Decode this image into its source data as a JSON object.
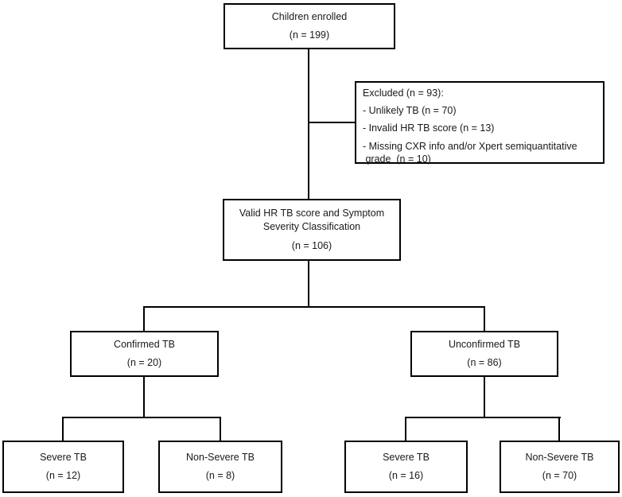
{
  "diagram": {
    "type": "flowchart",
    "background_color": "#ffffff",
    "box_border_color": "#000000",
    "line_color": "#000000",
    "text_color": "#1a1a1a",
    "nodes": {
      "enrolled": {
        "label": "Children enrolled",
        "count": "(n = 199)"
      },
      "excluded": {
        "title": "Excluded (n = 93):",
        "items": [
          "- Unlikely TB (n = 70)",
          "- Invalid HR TB score (n = 13)",
          "- Missing CXR info and/or Xpert semiquantitative\n grade  (n = 10)"
        ]
      },
      "valid": {
        "label": "Valid HR TB score and Symptom Severity Classification",
        "count": "(n = 106)"
      },
      "confirmed": {
        "label": "Confirmed TB",
        "count": "(n = 20)"
      },
      "unconfirmed": {
        "label": "Unconfirmed TB",
        "count": "(n = 86)"
      },
      "confirmed_severe": {
        "label": "Severe TB",
        "count": "(n = 12)"
      },
      "confirmed_nonsevere": {
        "label": "Non-Severe TB",
        "count": "(n = 8)"
      },
      "unconfirmed_severe": {
        "label": "Severe TB",
        "count": "(n = 16)"
      },
      "unconfirmed_nonsevere": {
        "label": "Non-Severe TB",
        "count": "(n = 70)"
      }
    }
  }
}
